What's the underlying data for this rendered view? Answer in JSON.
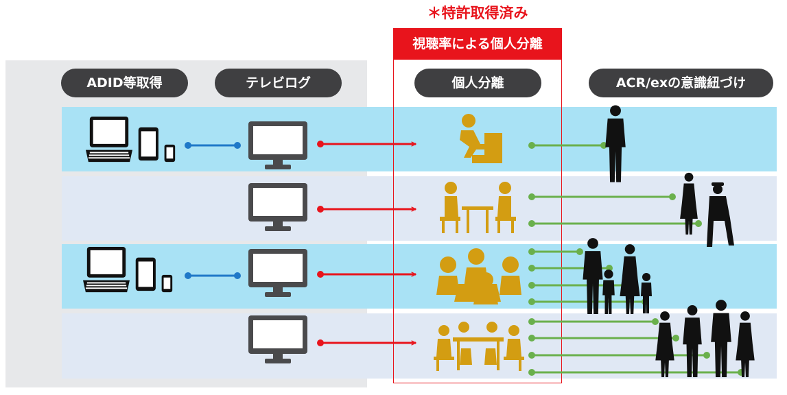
{
  "patent_note": "＊特許取得済み",
  "feature_label": "視聴率による個人分離",
  "stage_labels": {
    "adid": "ADID等取得",
    "telelog": "テレビログ",
    "separation": "個人分離",
    "acr": "ACR/exの意識紐づけ"
  },
  "rows": [
    {
      "name": "single-viewer",
      "has_devices": true,
      "persons": 1
    },
    {
      "name": "couple-viewers",
      "has_devices": false,
      "persons": 2
    },
    {
      "name": "family-viewers",
      "has_devices": true,
      "persons": 4
    },
    {
      "name": "group-viewers",
      "has_devices": false,
      "persons": 4
    }
  ],
  "colors": {
    "row_light": "#a9e2f5",
    "row_pale": "#e0e8f4",
    "pill": "#3f3f41",
    "accent_red": "#e8141c",
    "person_icon": "#d39d12",
    "green_line": "#6ab04c",
    "blue_line": "#1f78c8",
    "device": "#111111",
    "monitor": "#4a4a4c"
  }
}
